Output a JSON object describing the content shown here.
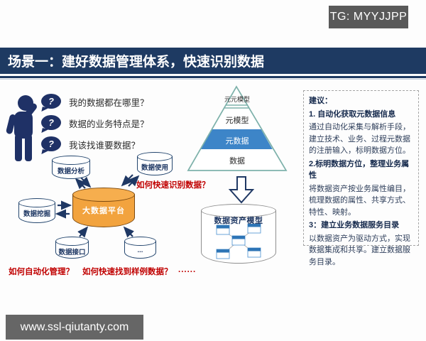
{
  "badges": {
    "tg": "TG: MYYJJPP",
    "site": "www.ssl-qiutanty.com"
  },
  "header": {
    "title": "场景一：建好数据管理体系，快速识别数据"
  },
  "questions": {
    "bubble_mark": "?",
    "items": [
      "我的数据都在哪里？",
      "数据的业务特点是？",
      "我该找谁要数据？"
    ]
  },
  "platform_diagram": {
    "center": "大数据平台",
    "nodes": [
      "数据分析",
      "数据使用",
      "数据挖掘",
      "数据接口",
      "..."
    ],
    "red_questions": {
      "identify": "如何快速识别数据？",
      "auto": "如何自动化管理？",
      "sample": "如何快速找到样例数据？",
      "more": "......"
    }
  },
  "pyramid": {
    "levels": [
      "元元模型",
      "元模型",
      "元数据",
      "数据"
    ]
  },
  "asset_model": {
    "label": "数据资产模型"
  },
  "suggestions": {
    "title": "建议：",
    "items": [
      {
        "heading": "1. 自动化获取元数据信息",
        "body": "通过自动化采集与解析手段，建立技术、业务、过程元数据的注册输入，标明数据方位。"
      },
      {
        "heading": "2.标明数据方位，整理业务属性",
        "body": "将数据资产按业务属性编目，梳理数据的属性、共享方式、特性、映射。"
      },
      {
        "heading": "3：建立业务数据服务目录",
        "body": "以数据资产为驱动方式，实现数据集成和共享。建立数据服务目录。"
      }
    ]
  },
  "colors": {
    "navy": "#1f3864",
    "orange": "#f2a33e",
    "red": "#c00000",
    "pyramid_blue": "#3d85c8",
    "teal_outline": "#7fb2ab"
  }
}
